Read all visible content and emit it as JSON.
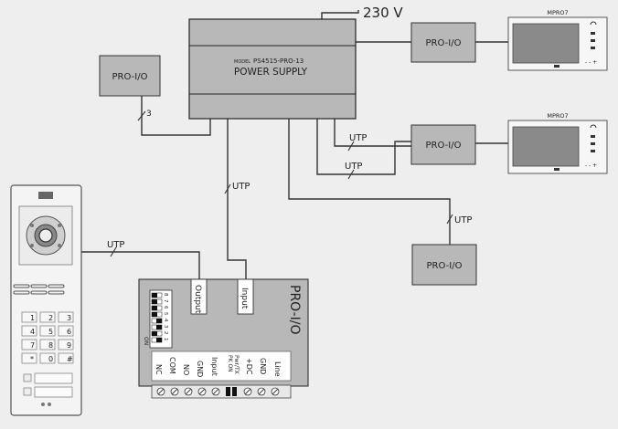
{
  "mains_label": "230 V",
  "power_supply": {
    "model_prefix": "MODEL",
    "model": "PS4515-PRO-13",
    "name": "POWER SUPPLY"
  },
  "modules": {
    "left": "PRO-I/O",
    "top_right": "PRO-I/O",
    "mid_right": "PRO-I/O",
    "bottom_right": "PRO-I/O"
  },
  "monitors": {
    "top": "MPRO7",
    "bottom": "MPRO7"
  },
  "cables": {
    "mon1": "UTP",
    "mon2": "UTP",
    "pro_bottom": "UTP",
    "pro_main": "UTP",
    "panel": "UTP",
    "left_count": "3"
  },
  "pro_io_board": {
    "title": "PRO-I/O",
    "output_label": "Output",
    "input_label": "Input",
    "dip_numbers": [
      "1",
      "2",
      "3",
      "4",
      "5",
      "6",
      "7",
      "8"
    ],
    "dip_on_label": "ON",
    "terminals": [
      "NC",
      "COM",
      "NO",
      "GND",
      "Input",
      "Pwr/TX",
      "+DC",
      "GND",
      "Line"
    ],
    "pk_on_label": "PK ON"
  },
  "keypad": [
    "1",
    "2",
    "3",
    "4",
    "5",
    "6",
    "7",
    "8",
    "9",
    "*",
    "0",
    "#"
  ]
}
